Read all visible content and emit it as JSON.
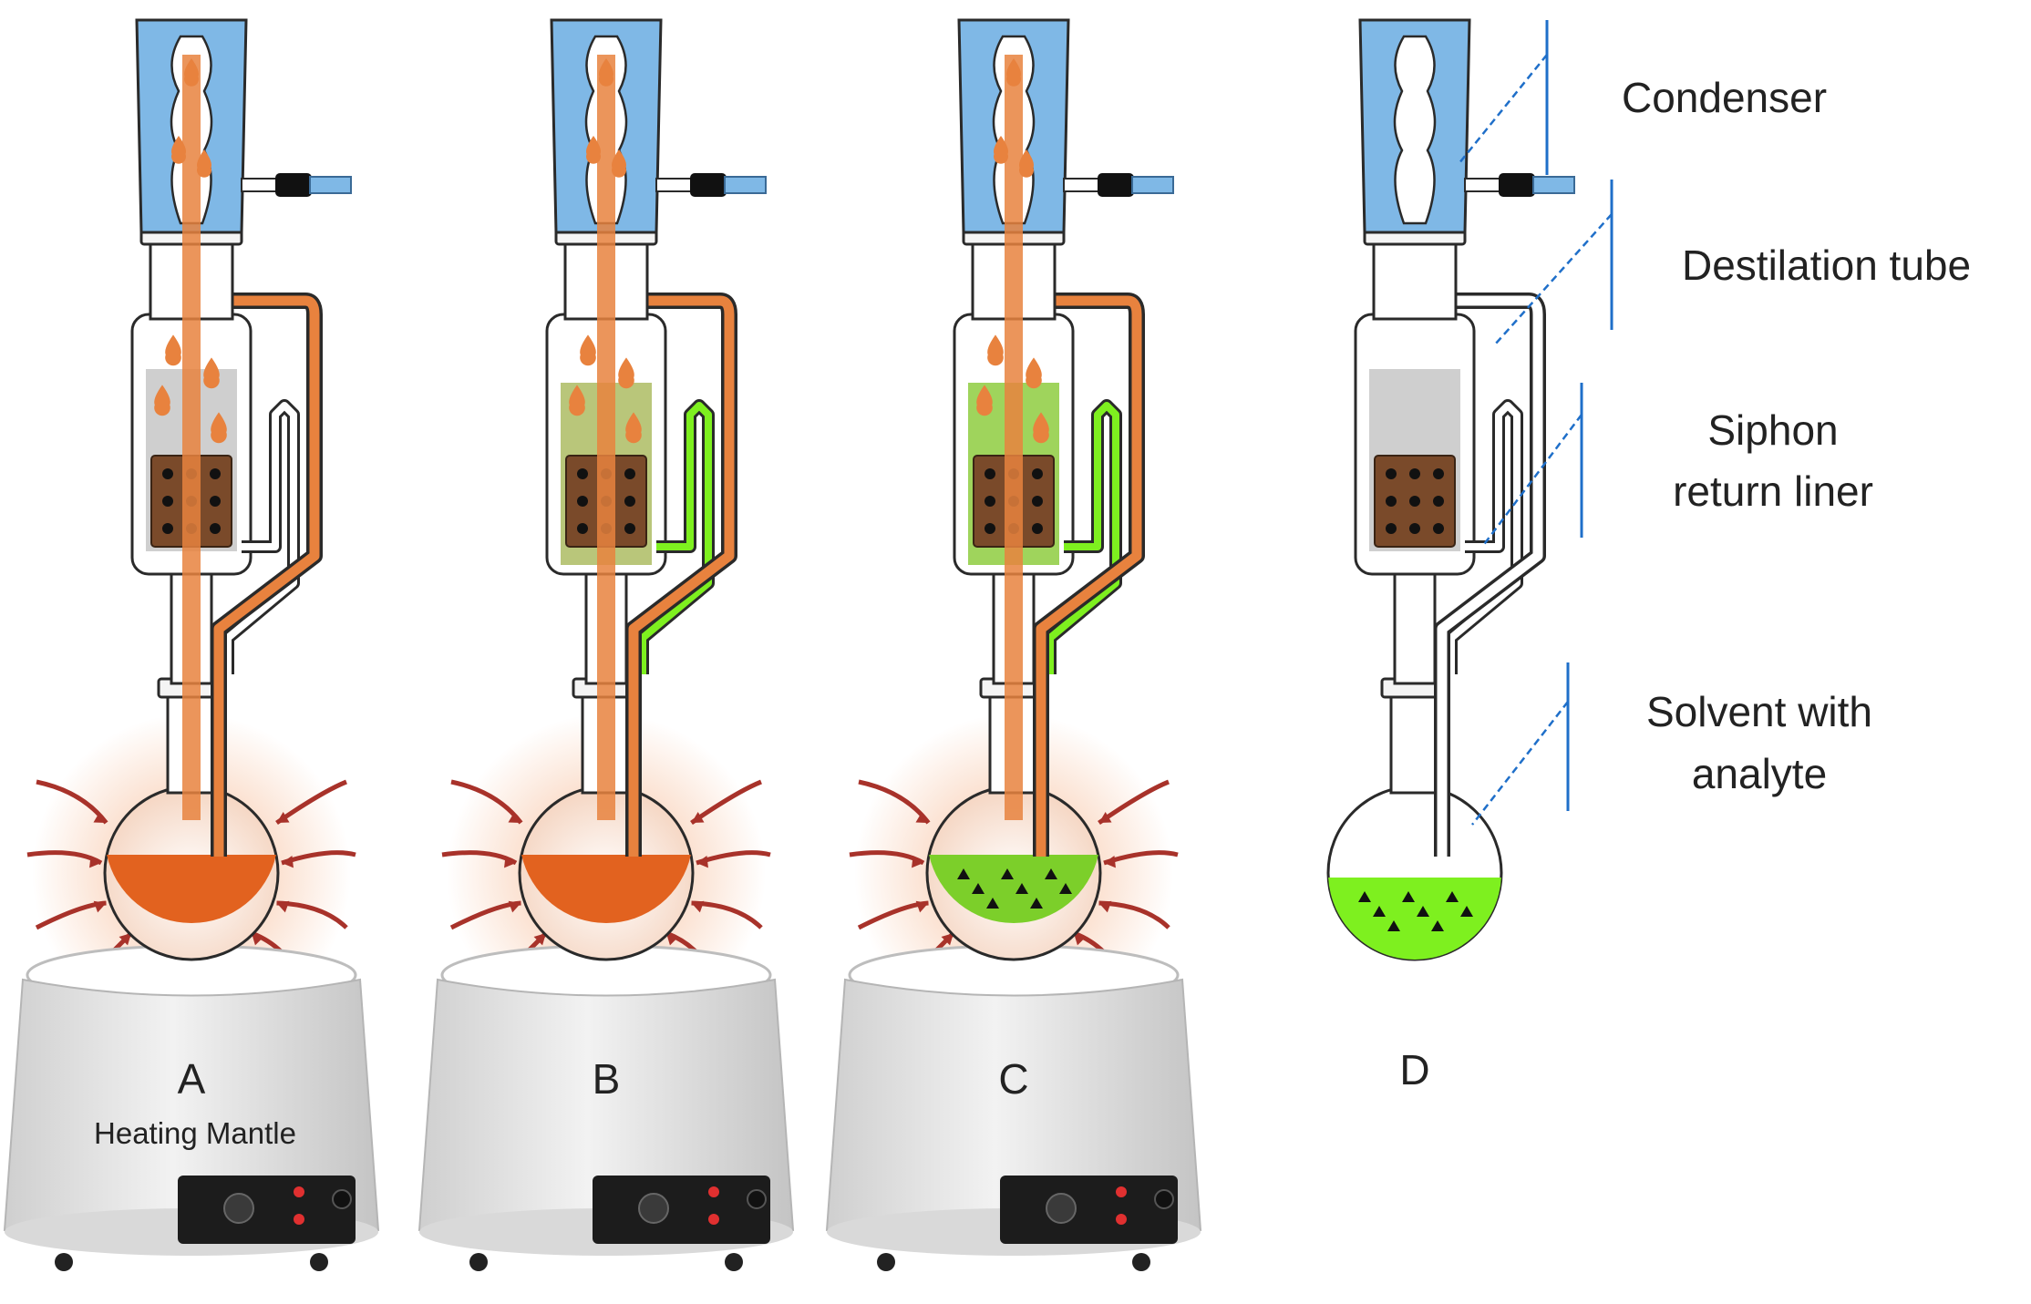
{
  "panels": [
    {
      "letter": "A",
      "mantle_label": "Heating Mantle",
      "stage": "boiling",
      "flask_liquid_color": "#e2621f",
      "chamber_liquid_color": "#cfcfcf",
      "heat_arrows": true
    },
    {
      "letter": "B",
      "mantle_label": "",
      "stage": "filling",
      "flask_liquid_color": "#e2621f",
      "chamber_liquid_color": "#b9c67a",
      "heat_arrows": true
    },
    {
      "letter": "C",
      "mantle_label": "",
      "stage": "siphoning",
      "flask_liquid_color": "#7ccf2a",
      "chamber_liquid_color": "#9fd45c",
      "heat_arrows": true
    },
    {
      "letter": "D",
      "mantle_label": "",
      "stage": "labelled",
      "flask_liquid_color": "#7ef01f",
      "chamber_liquid_color": "#cfcfcf",
      "heat_arrows": false
    }
  ],
  "labels": {
    "condenser": "Condenser",
    "distillation_tube": "Destilation tube",
    "siphon_line1": "Siphon",
    "siphon_line2": "return liner",
    "solvent_line1": "Solvent with",
    "solvent_line2": "analyte"
  },
  "colors": {
    "condenser_water": "#7fb8e6",
    "glass_outline": "#2a2a2a",
    "vapor": "#e8823e",
    "solvent_boiling": "#e2621f",
    "extract_green": "#7ef01f",
    "sample_brown": "#7a4a2a",
    "heat_arrow": "#a8322a",
    "leader_line": "#1f6fc9",
    "mantle_body": "#e6e6e6",
    "control_panel": "#1c1c1c"
  }
}
